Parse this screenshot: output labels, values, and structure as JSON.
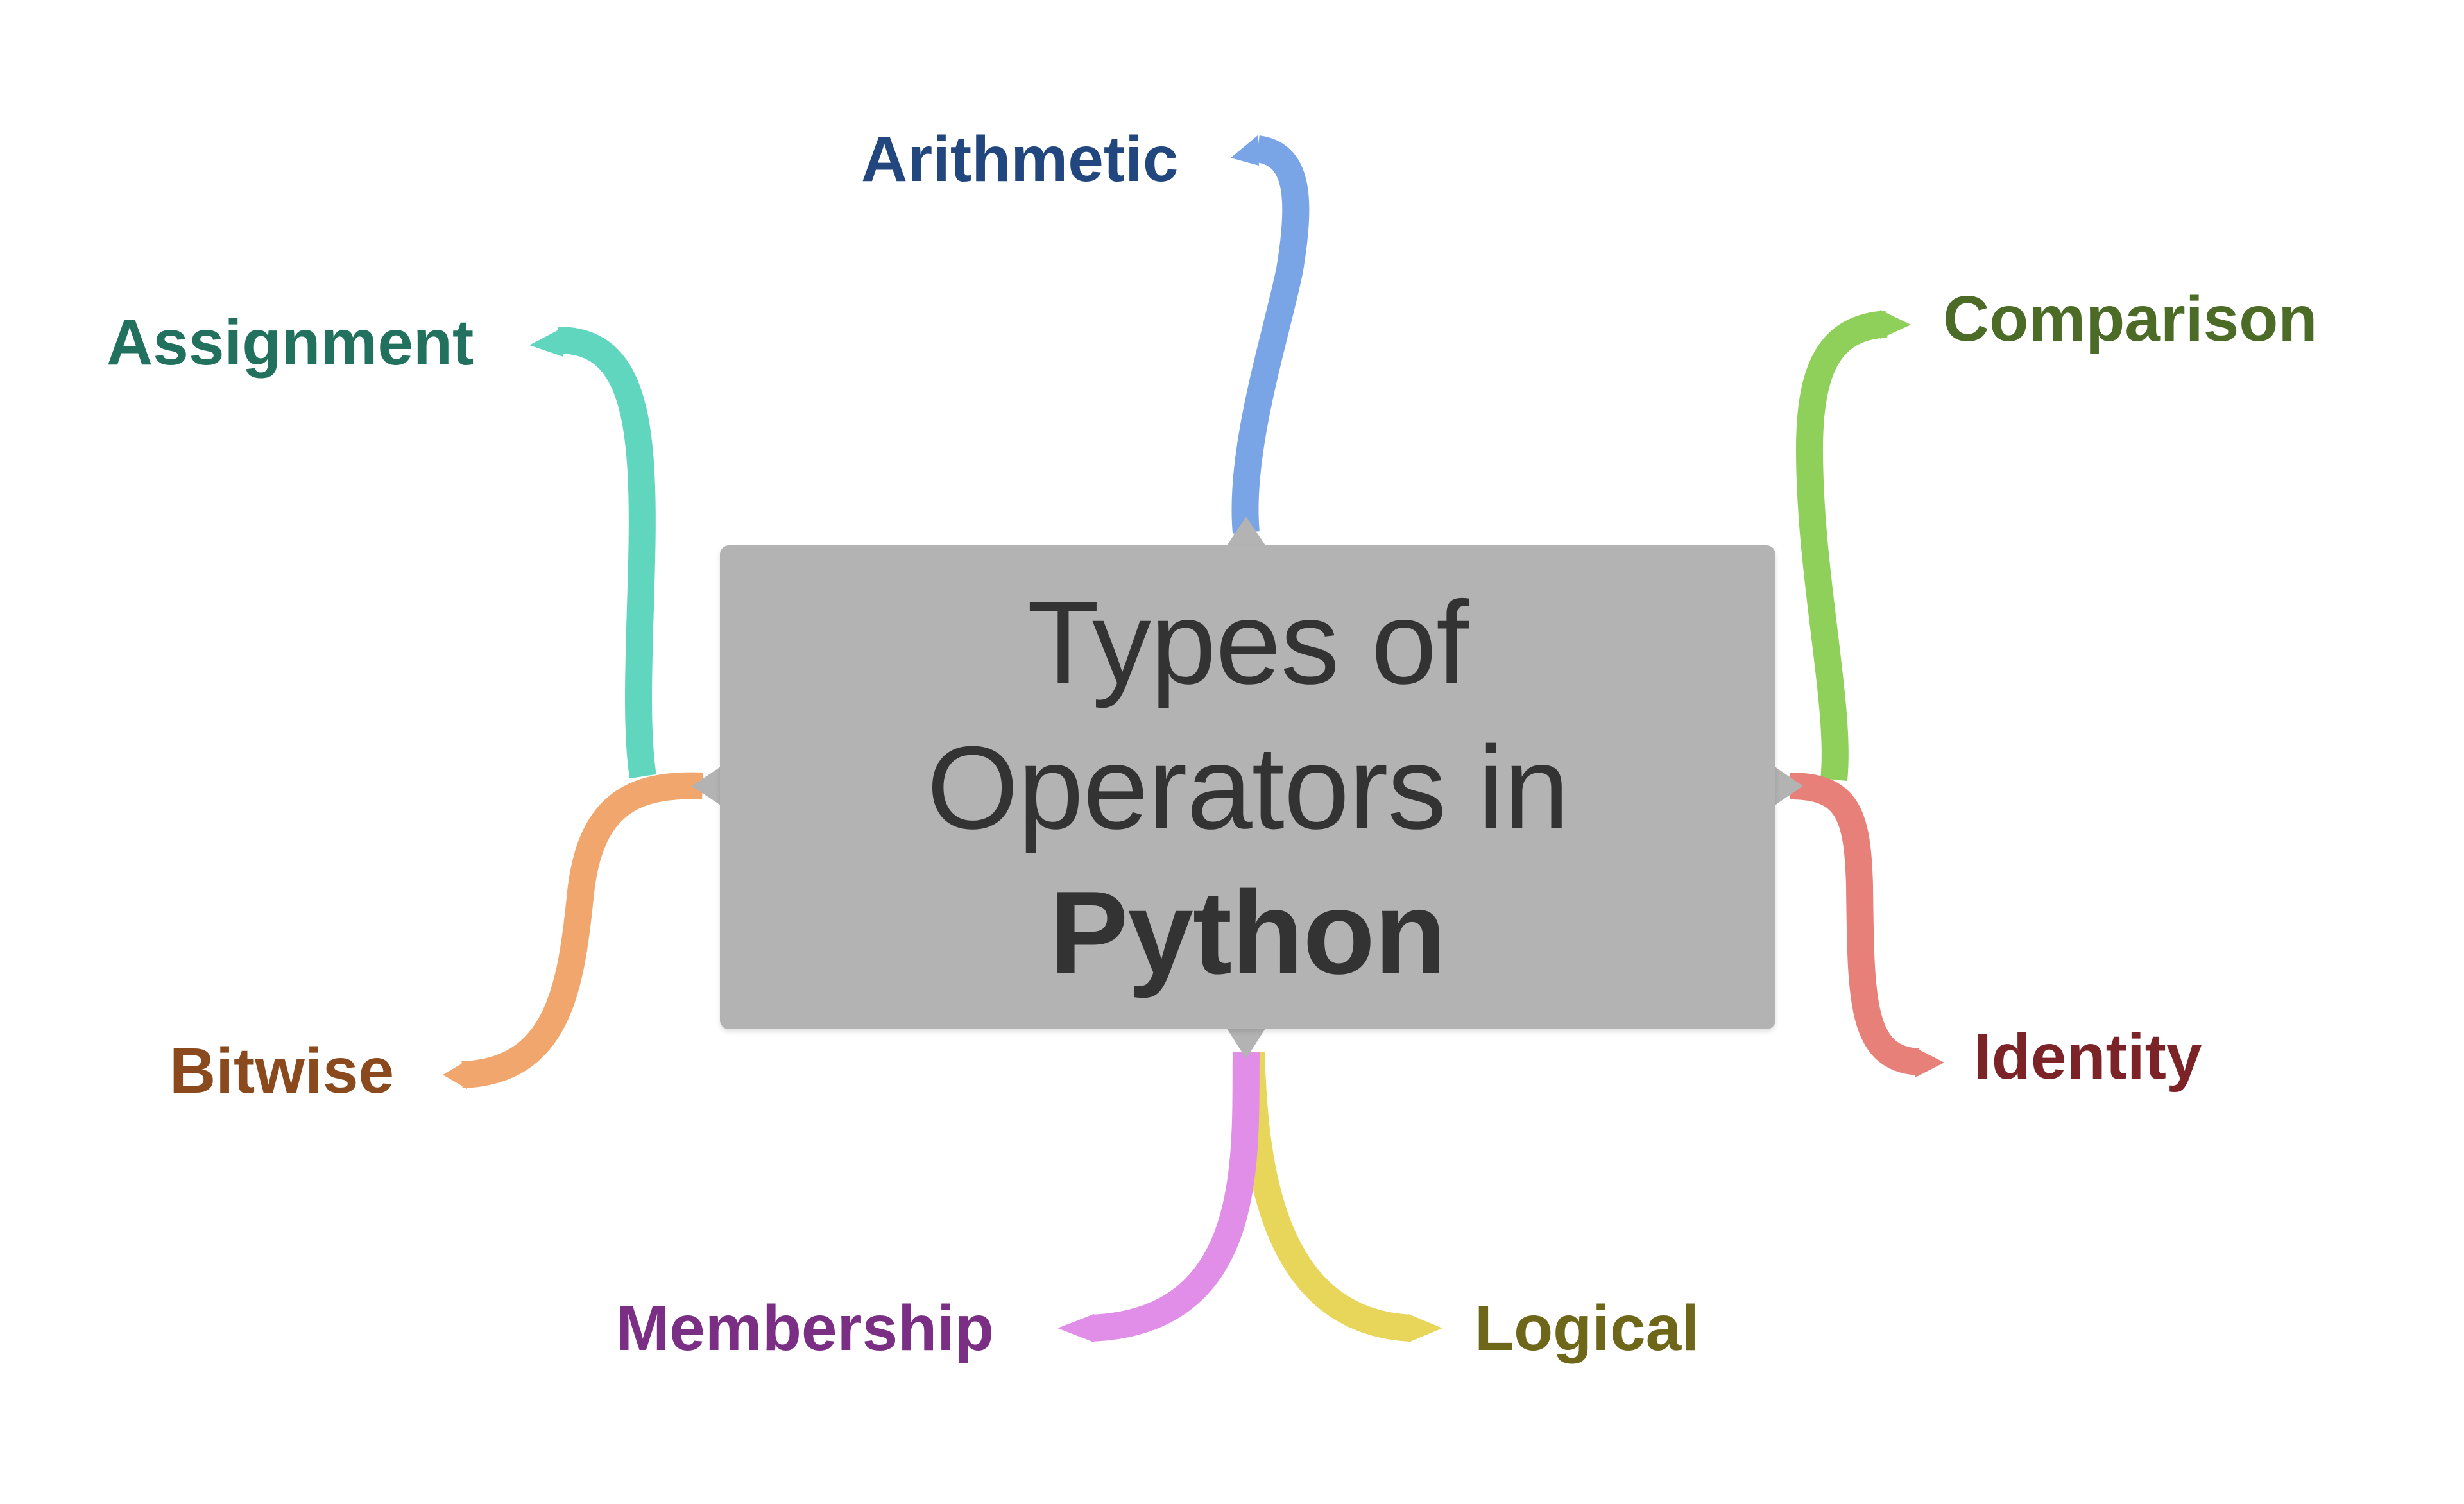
{
  "central_topic": {
    "line1": "Types of",
    "line2": "Operators in",
    "line3": "Python",
    "box_color": "#b3b3b3",
    "text_color": "#333333"
  },
  "branches": [
    {
      "id": "arithmetic",
      "label": "Arithmetic",
      "branch_color": "#79a5e6",
      "text_color": "#22467e"
    },
    {
      "id": "assignment",
      "label": "Assignment",
      "branch_color": "#5fd6bd",
      "text_color": "#22715e"
    },
    {
      "id": "comparison",
      "label": "Comparison",
      "branch_color": "#8ed05a",
      "text_color": "#4b6b27"
    },
    {
      "id": "bitwise",
      "label": "Bitwise",
      "branch_color": "#f0a66c",
      "text_color": "#8b4a1e"
    },
    {
      "id": "identity",
      "label": "Identity",
      "branch_color": "#e8807a",
      "text_color": "#7c2328"
    },
    {
      "id": "membership",
      "label": "Membership",
      "branch_color": "#e18ee8",
      "text_color": "#7a2f85"
    },
    {
      "id": "logical",
      "label": "Logical",
      "branch_color": "#e8d65a",
      "text_color": "#6e6618"
    }
  ]
}
